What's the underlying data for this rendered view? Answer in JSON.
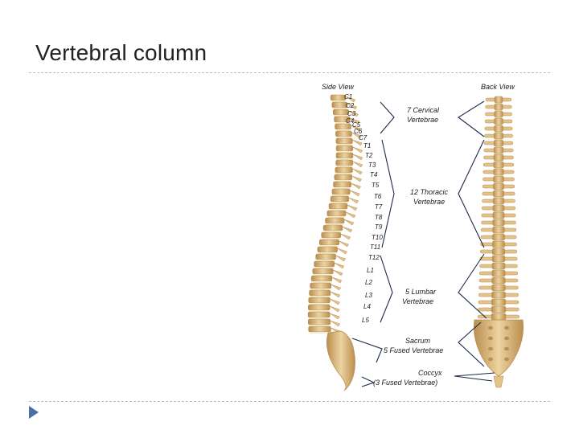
{
  "slide": {
    "title": "Vertebral column"
  },
  "diagram": {
    "side_view_label": "Side View",
    "back_view_label": "Back View",
    "levels": [
      "C1",
      "C2",
      "C3",
      "C4",
      "C5",
      "C6",
      "C7",
      "T1",
      "T2",
      "T3",
      "T4",
      "T5",
      "T6",
      "T7",
      "T8",
      "T9",
      "T10",
      "T11",
      "T12",
      "L1",
      "L2",
      "L3",
      "L4",
      "L5"
    ],
    "groups": {
      "cervical": [
        "7 Cervical",
        "Vertebrae"
      ],
      "thoracic": [
        "12 Thoracic",
        "Vertebrae"
      ],
      "lumbar": [
        "5 Lumbar",
        "Vertebrae"
      ],
      "sacrum": [
        "Sacrum",
        "5 Fused Vertebrae"
      ],
      "coccyx": [
        "Coccyx",
        "(3 Fused Vertebrae)"
      ]
    },
    "colors": {
      "bone": "#e3c38a",
      "bone_dark": "#b98e4f",
      "disc": "#f4ead2",
      "line": "#1a2a4a"
    }
  }
}
